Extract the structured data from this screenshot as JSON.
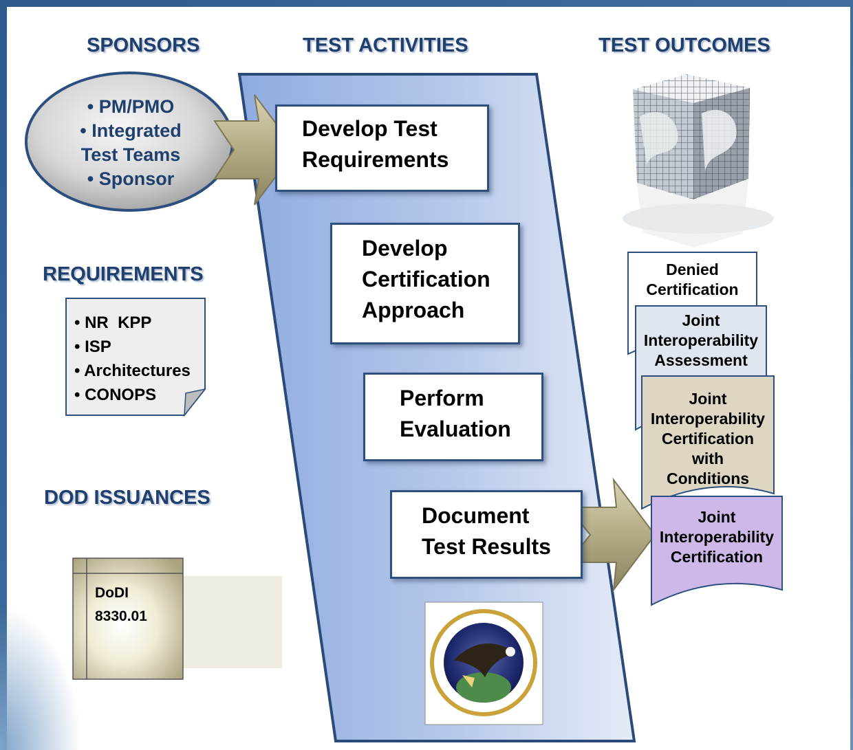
{
  "headers": {
    "sponsors": "SPONSORS",
    "test_activities": "TEST ACTIVITIES",
    "test_outcomes": "TEST OUTCOMES",
    "requirements": "REQUIREMENTS",
    "dod_issuances": "DOD ISSUANCES"
  },
  "sponsors": [
    "• PM/PMO",
    "• Integrated",
    "Test Teams",
    "• Sponsor"
  ],
  "requirements": [
    "• NR  KPP",
    "• ISP",
    "• Architectures",
    "• CONOPS"
  ],
  "dod_issuance": [
    "DoDI",
    "8330.01"
  ],
  "activities": [
    [
      "Develop Test",
      "Requirements"
    ],
    [
      "Develop",
      "Certification",
      "Approach"
    ],
    [
      "Perform",
      "Evaluation"
    ],
    [
      "Document",
      "Test Results"
    ]
  ],
  "outcomes": [
    [
      "Denied",
      "Certification"
    ],
    [
      "Joint",
      "Interoperability",
      "Assessment"
    ],
    [
      "Joint",
      "Interoperability",
      "Certification",
      "with",
      "Conditions"
    ],
    [
      "Joint",
      "Interoperability",
      "Certification"
    ]
  ],
  "colors": {
    "header_text": "#1f3f6e",
    "box_border": "#2d4f7f",
    "band_fill": "#a9bfe6",
    "arrow_fill": "#b8b08a",
    "outcome_denied": "#ffffff",
    "outcome_assessment": "#dfe6f0",
    "outcome_conditions": "#ddd6c2",
    "outcome_certification": "#cdb8e8"
  },
  "icons": {
    "globe_cube": "globe-cube-icon",
    "seal": "disa-jitc-seal-icon"
  }
}
